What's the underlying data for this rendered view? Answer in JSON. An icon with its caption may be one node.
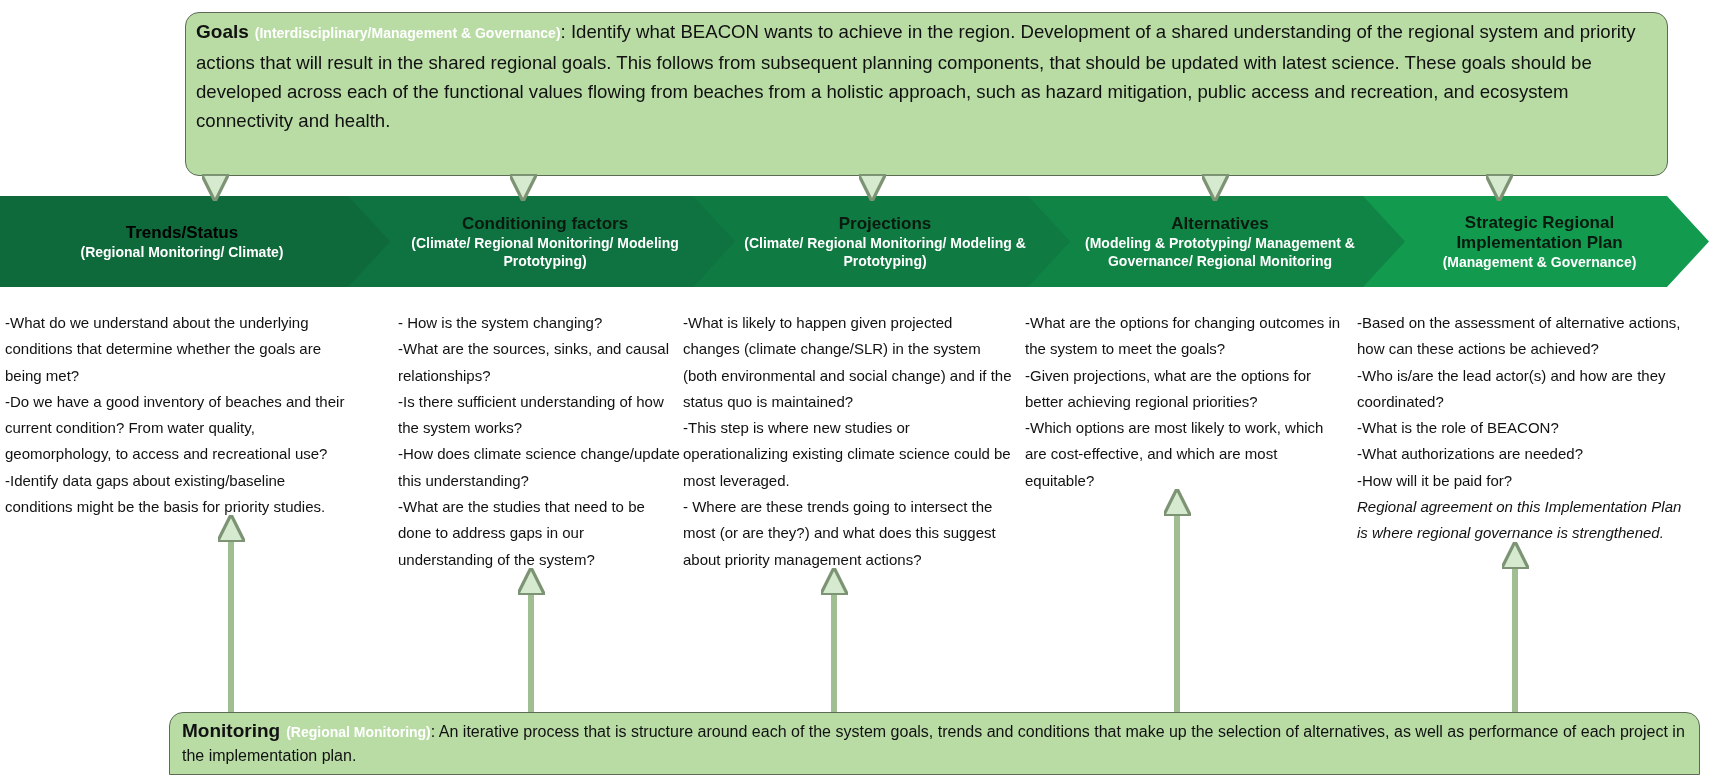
{
  "diagram": {
    "nodes": [
      {
        "text": [
          "Goals",
          "(Interdisciplinary/Management & Governance)",
          ": Identify what BEACON wants to achieve in the region. Development of a shared understanding of the regional system and priority actions that will result in the shared regional goals. This follows from subsequent planning components, that should be updated with latest science. These goals should be developed across each of the functional values flowing from beaches from a holistic approach, such as hazard mitigation, public access and recreation, and ecosystem connectivity and health."
        ]
      },
      {
        "text": [
          "Trends/Status",
          "(Regional Monitoring/ Climate)"
        ]
      },
      {
        "text": [
          "Conditioning factors",
          "(Climate/ Regional Monitoring/ Modeling Prototyping)"
        ]
      },
      {
        "text": [
          "Projections",
          "(Climate/ Regional Monitoring/ Modeling & Prototyping)"
        ]
      },
      {
        "text": [
          "Alternatives",
          "(Modeling & Prototyping/ Management & Governance/ Regional Monitoring"
        ]
      },
      {
        "text": [
          "Strategic Regional Implementation Plan",
          "(Management & Governance)"
        ]
      },
      {
        "text": [
          "-What do we understand about the underlying conditions that determine whether the goals are being met?",
          "-Do we have a good inventory of beaches and their current condition?  From water quality, geomorphology, to access and recreational use?",
          "-Identify data gaps about existing/baseline conditions might be the basis for priority studies."
        ]
      },
      {
        "text": [
          "- How is the system changing?",
          "-What are the sources, sinks, and causal relationships?",
          "-Is there sufficient understanding of how the system works?",
          "-How does climate science change/update this understanding?",
          "-What are the studies that need to be done to address gaps in our understanding of the system?"
        ]
      },
      {
        "text": [
          "-What is likely to happen given projected changes (climate change/SLR) in the system (both environmental and social change) and if the status quo is maintained?",
          "-This step is where new studies or operationalizing existing climate science could be most leveraged.",
          "- Where are these trends going to intersect the most (or are they?) and what does this suggest about priority management actions?"
        ]
      },
      {
        "text": [
          "-What are the options for changing outcomes in the system to meet the goals?",
          "-Given projections, what are the options for better achieving regional priorities?",
          "-Which options are most likely to work, which are cost-effective, and which are most equitable?"
        ]
      },
      {
        "text": [
          "-Based on the assessment of alternative actions, how can these actions be achieved?",
          "-Who is/are the lead actor(s) and how are they coordinated?",
          "-What is the role of BEACON?",
          "-What authorizations are needed?",
          "-How will it be paid for?",
          "*Regional agreement on this Implementation Plan is where regional governance is strengthened.*"
        ]
      },
      {
        "text": [
          "Monitoring",
          "(Regional Monitoring)",
          ": An iterative process that is structure around each of the system goals, trends and conditions that make up the selection of alternatives, as well as performance of each project in the implementation plan."
        ]
      }
    ],
    "edges": [
      {
        "from": 0,
        "to": 1,
        "arrow": "to"
      },
      {
        "from": 0,
        "to": 2,
        "arrow": "to"
      },
      {
        "from": 0,
        "to": 3,
        "arrow": "to"
      },
      {
        "from": 0,
        "to": 4,
        "arrow": "to"
      },
      {
        "from": 0,
        "to": 5,
        "arrow": "to"
      },
      {
        "from": 11,
        "to": 6,
        "arrow": "to"
      },
      {
        "from": 11,
        "to": 7,
        "arrow": "to"
      },
      {
        "from": 11,
        "to": 8,
        "arrow": "to"
      },
      {
        "from": 11,
        "to": 9,
        "arrow": "to"
      },
      {
        "from": 11,
        "to": 10,
        "arrow": "to"
      }
    ]
  }
}
